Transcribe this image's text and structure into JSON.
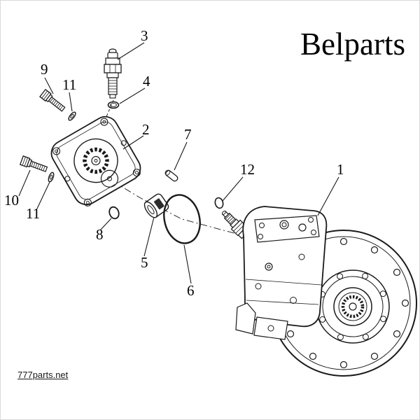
{
  "brand": "Belparts",
  "watermark": "777parts.net",
  "callouts": [
    {
      "id": "3"
    },
    {
      "id": "9"
    },
    {
      "id": "11"
    },
    {
      "id": "4"
    },
    {
      "id": "2"
    },
    {
      "id": "7"
    },
    {
      "id": "10"
    },
    {
      "id": "11"
    },
    {
      "id": "8"
    },
    {
      "id": "5"
    },
    {
      "id": "6"
    },
    {
      "id": "12"
    },
    {
      "id": "1"
    }
  ],
  "colors": {
    "line": "#1a1a1a",
    "background": "#ffffff",
    "text": "#000000",
    "border": "#d9d9d9"
  }
}
